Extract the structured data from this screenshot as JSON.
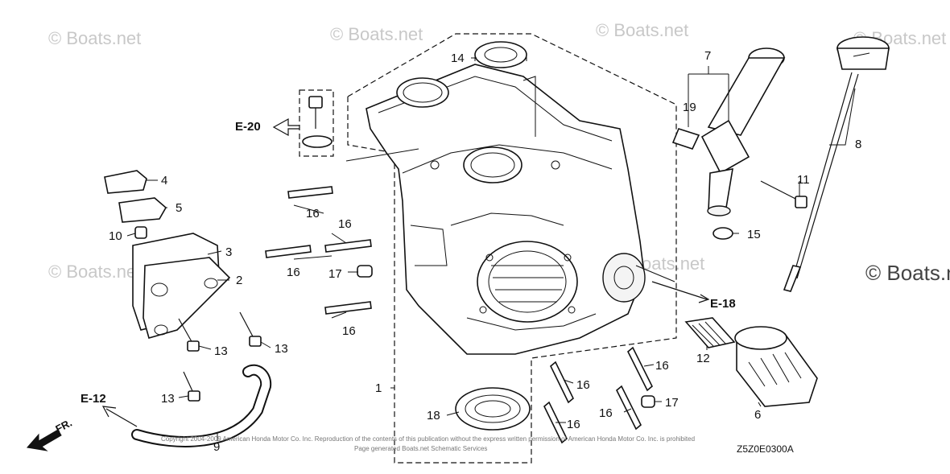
{
  "watermark": {
    "text": "© Boats.net",
    "corner_text": "© Boats.n"
  },
  "diagram_code": "Z5Z0E0300A",
  "footer_line_1": "Copyright 2004-2009 American Honda Motor Co. Inc. Reproduction of the contents of this publication without the express written permission of American Honda Motor Co. Inc. is prohibited",
  "footer_line_2": "Page generated Boats.net Schematic Services",
  "direction_label": "FR.",
  "refs": {
    "e20": "E-20",
    "e18": "E-18",
    "e12": "E-12"
  },
  "callouts": {
    "c1": "1",
    "c2": "2",
    "c3": "3",
    "c4": "4",
    "c5": "5",
    "c6": "6",
    "c7": "7",
    "c8": "8",
    "c9": "9",
    "c10": "10",
    "c11": "11",
    "c12": "12",
    "c13a": "13",
    "c13b": "13",
    "c13c": "13",
    "c14": "14",
    "c15": "15",
    "c16a": "16",
    "c16b": "16",
    "c16c": "16",
    "c16d": "16",
    "c16e": "16",
    "c16f": "16",
    "c16g": "16",
    "c16h": "16",
    "c17a": "17",
    "c17b": "17",
    "c18": "18",
    "c19": "19"
  }
}
